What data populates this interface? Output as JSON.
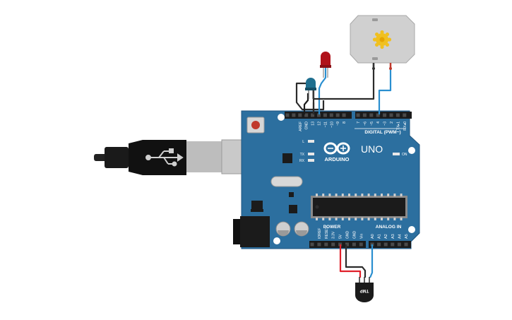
{
  "board": {
    "brand": "ARDUINO",
    "model": "UNO",
    "digital_label": "DIGITAL (PWM~)",
    "power_label": "POWER",
    "analog_label": "ANALOG IN",
    "on_label": "ON",
    "led_l_label": "L",
    "led_tx_label": "TX",
    "led_rx_label": "RX",
    "digital_pins": [
      "AREF",
      "GND",
      "13",
      "12",
      "~11",
      "~10",
      "~9",
      "8",
      "7",
      "~6",
      "~5",
      "4",
      "~3",
      "2",
      "TX▸1",
      "RX◂0"
    ],
    "power_pins": [
      "IOREF",
      "RESET",
      "3.3V",
      "5V",
      "GND",
      "GND",
      "Vin"
    ],
    "analog_pins": [
      "A0",
      "A1",
      "A2",
      "A3",
      "A4",
      "A5"
    ]
  },
  "sensor": {
    "label": "TMP"
  },
  "colors": {
    "board": "#2c6f9f",
    "board_edge": "#1f5680",
    "wire_black": "#2b2b2b",
    "wire_red": "#e0202a",
    "wire_blue": "#2a8fd0",
    "led_red": "#b0121a",
    "led_blue": "#1f6f8f",
    "motor_body": "#d0d0d0",
    "motor_gear": "#f0c020"
  }
}
